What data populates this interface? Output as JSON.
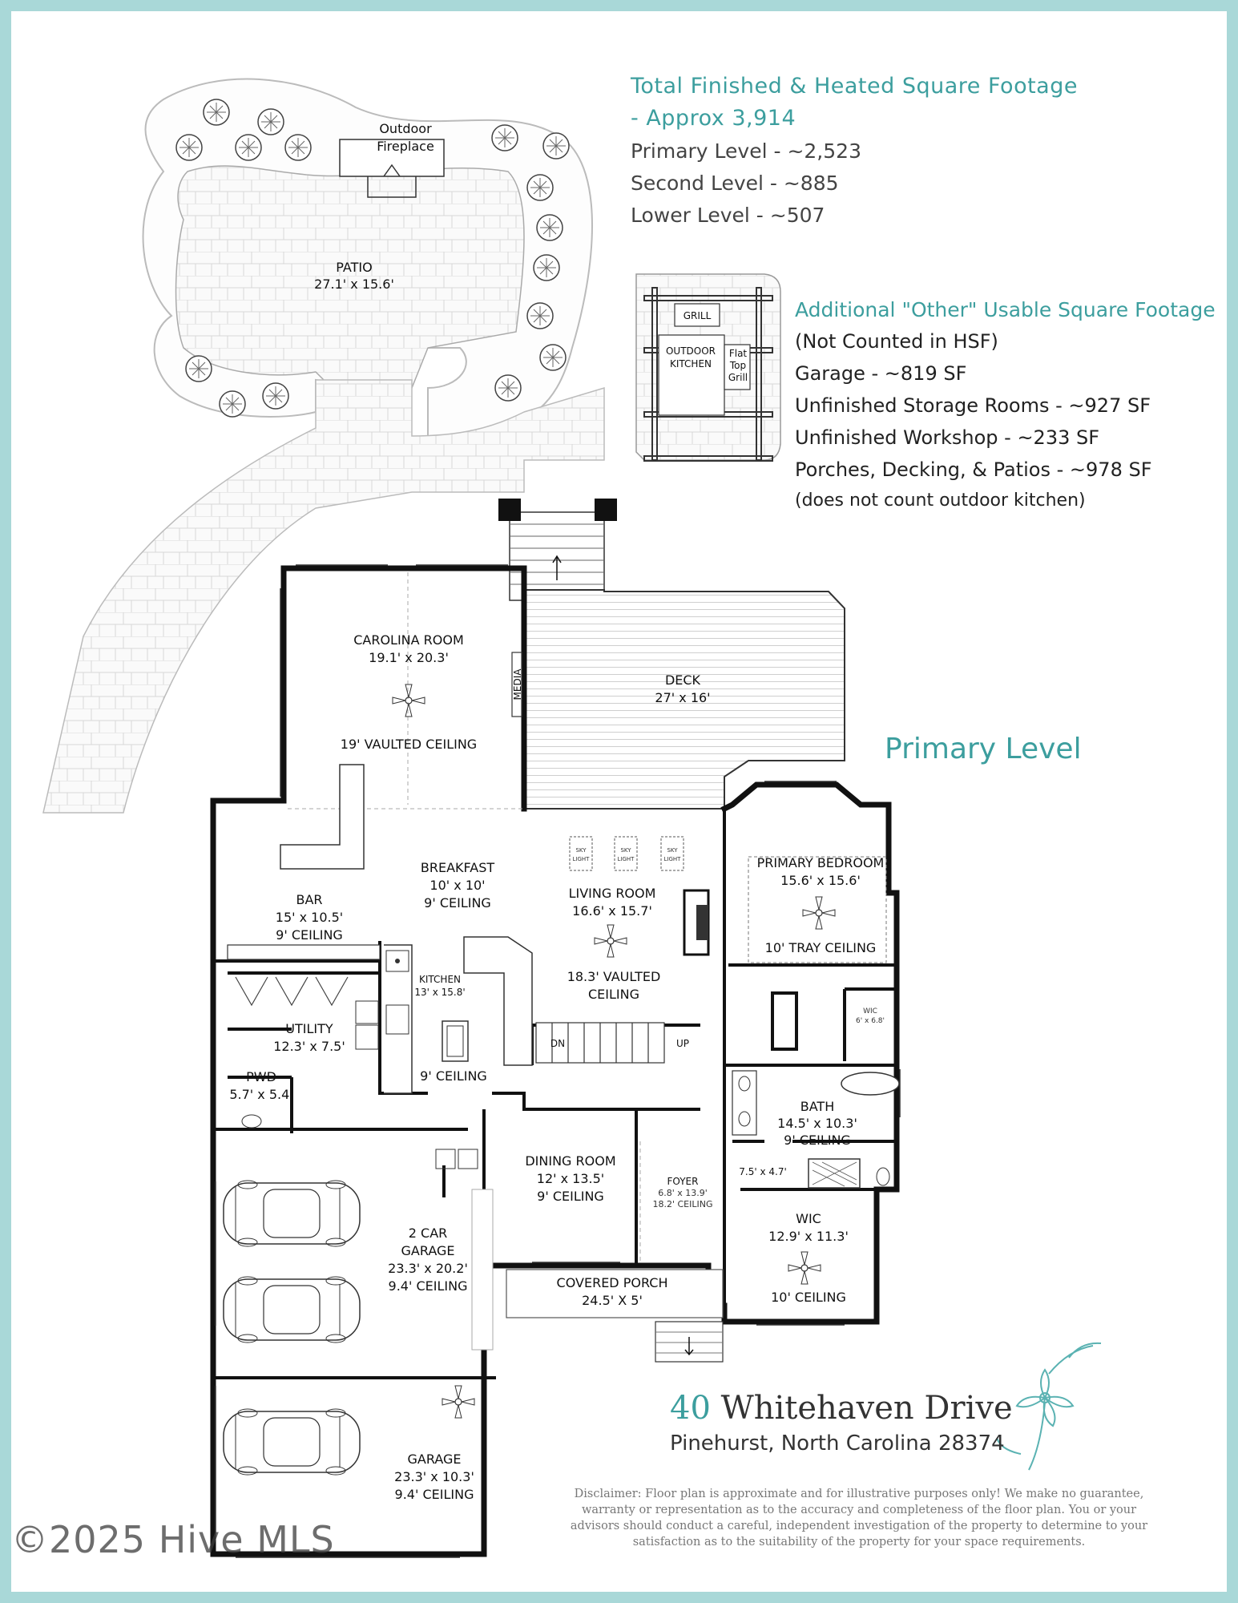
{
  "summary": {
    "title_line1": "Total Finished & Heated Square Footage",
    "title_line2": "- Approx 3,914",
    "levels": [
      "Primary Level - ~2,523",
      "Second Level - ~885",
      "Lower Level - ~507"
    ]
  },
  "additional": {
    "title": "Additional \"Other\" Usable Square Footage",
    "note": "(Not Counted in HSF)",
    "items": [
      "Garage - ~819 SF",
      "Unfinished Storage Rooms - ~927 SF",
      "Unfinished Workshop - ~233 SF",
      "Porches, Decking, & Patios - ~978 SF"
    ],
    "footnote": "(does not count outdoor kitchen)"
  },
  "level_label": "Primary Level",
  "address": {
    "number": "40",
    "street": "Whitehaven Drive",
    "city": "Pinehurst, North Carolina 28374"
  },
  "disclaimer": "Disclaimer: Floor plan is approximate and for illustrative purposes only! We make no guarantee, warranty or representation as to the accuracy and completeness of the floor plan. You or your advisors should conduct a careful, independent investigation of the property to determine to your satisfaction as to the suitability of the property for your space requirements.",
  "watermark": "©2025 Hive MLS",
  "rooms": {
    "outdoor_fireplace": [
      "Outdoor",
      "Fireplace"
    ],
    "patio": [
      "PATIO",
      "27.1' x 15.6'"
    ],
    "grill": "GRILL",
    "outdoor_kitchen": [
      "OUTDOOR",
      "KITCHEN"
    ],
    "flat_top_grill": [
      "Flat",
      "Top",
      "Grill"
    ],
    "carolina_room": [
      "CAROLINA ROOM",
      "19.1' x 20.3'",
      "19' VAULTED CEILING"
    ],
    "media": "MEDIA",
    "deck": [
      "DECK",
      "27' x 16'"
    ],
    "sky_light": [
      "SKY",
      "LIGHT"
    ],
    "breakfast": [
      "BREAKFAST",
      "10' x 10'",
      "9' CEILING"
    ],
    "bar": [
      "BAR",
      "15' x 10.5'",
      "9' CEILING"
    ],
    "living_room": [
      "LIVING ROOM",
      "16.6' x 15.7'",
      "18.3' VAULTED",
      "CEILING"
    ],
    "primary_bedroom": [
      "PRIMARY BEDROOM",
      "15.6' x 15.6'",
      "10' TRAY CEILING"
    ],
    "kitchen": [
      "KITCHEN",
      "13' x 15.8'",
      "9' CEILING"
    ],
    "utility": [
      "UTILITY",
      "12.3' x 7.5'"
    ],
    "pwd": [
      "PWD",
      "5.7' x 5.4'"
    ],
    "wic_small": [
      "WIC",
      "6' x 6.8'"
    ],
    "stair_dn": "DN",
    "stair_up": "UP",
    "bath": [
      "BATH",
      "14.5' x 10.3'",
      "9' CEILING"
    ],
    "closet_small": "7.5' x 4.7'",
    "dining_room": [
      "DINING ROOM",
      "12' x 13.5'",
      "9' CEILING"
    ],
    "foyer": [
      "FOYER",
      "6.8' x 13.9'",
      "18.2' CEILING"
    ],
    "wic_large": [
      "WIC",
      "12.9' x 11.3'",
      "10' CEILING"
    ],
    "two_car_garage": [
      "2 CAR",
      "GARAGE",
      "23.3' x 20.2'",
      "9.4' CEILING"
    ],
    "covered_porch": [
      "COVERED PORCH",
      "24.5' X 5'"
    ],
    "garage": [
      "GARAGE",
      "23.3' x 10.3'",
      "9.4' CEILING"
    ]
  }
}
